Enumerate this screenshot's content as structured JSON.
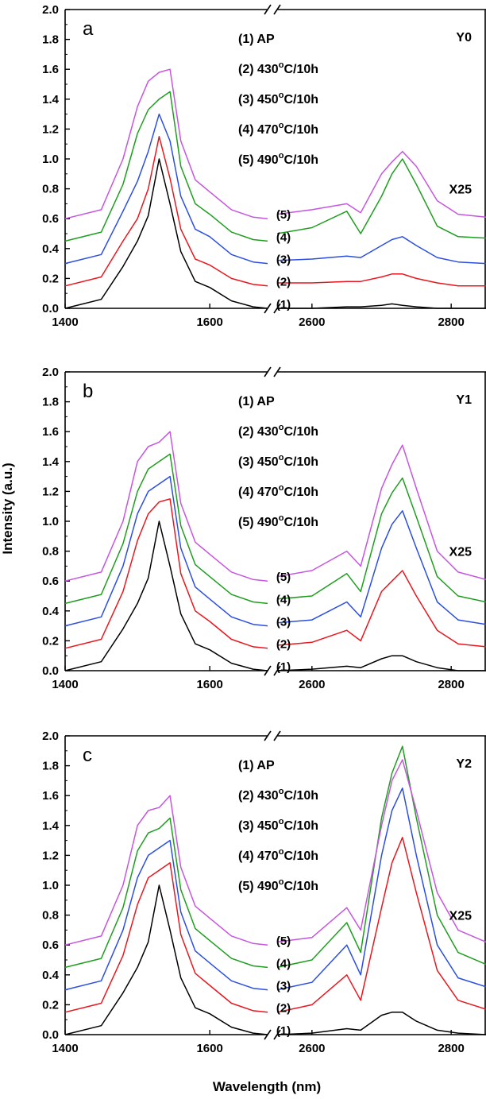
{
  "figure": {
    "ylabel": "Intensity (a.u.)",
    "xlabel": "Wavelength (nm)",
    "legend": [
      "(1) AP",
      "(2) 430°C/10h",
      "(3) 450°C/10h",
      "(4) 470°C/10h",
      "(5) 490°C/10h"
    ],
    "curve_labels": [
      "(1)",
      "(2)",
      "(3)",
      "(4)",
      "(5)"
    ],
    "scale_note": "X25",
    "series_colors": [
      "#000000",
      "#e8171e",
      "#2b4ee0",
      "#1e9e1e",
      "#c655e0"
    ]
  },
  "chart_data": [
    {
      "type": "line",
      "panel_label": "a",
      "sample": "Y0",
      "xlabel": "Wavelength (nm)",
      "ylabel": "Intensity (a.u.)",
      "xlim_segments": [
        [
          1400,
          1680
        ],
        [
          2550,
          2850
        ]
      ],
      "ylim": [
        0,
        2.0
      ],
      "x_ticks": [
        1400,
        1600,
        2600,
        2800
      ],
      "y_ticks": [
        0.0,
        0.2,
        0.4,
        0.6,
        0.8,
        1.0,
        1.2,
        1.4,
        1.6,
        1.8,
        2.0
      ],
      "scale_note": "X25",
      "offset_step": 0.15,
      "x_left": [
        1400,
        1450,
        1480,
        1500,
        1515,
        1530,
        1545,
        1560,
        1580,
        1600,
        1630,
        1660,
        1680
      ],
      "x_right": [
        2550,
        2600,
        2650,
        2670,
        2700,
        2715,
        2730,
        2750,
        2780,
        2810,
        2850
      ],
      "series": [
        {
          "name": "(1) AP",
          "left": [
            0.0,
            0.06,
            0.28,
            0.45,
            0.62,
            1.0,
            0.7,
            0.38,
            0.18,
            0.14,
            0.05,
            0.01,
            0.0
          ],
          "right": [
            0.0,
            0.0,
            0.01,
            0.01,
            0.02,
            0.03,
            0.02,
            0.01,
            0.0,
            0.0,
            0.0
          ]
        },
        {
          "name": "(2) 430°C/10h",
          "left": [
            0.0,
            0.06,
            0.3,
            0.45,
            0.65,
            1.0,
            0.72,
            0.38,
            0.18,
            0.14,
            0.05,
            0.01,
            0.0
          ],
          "right": [
            0.02,
            0.02,
            0.03,
            0.03,
            0.06,
            0.08,
            0.08,
            0.05,
            0.02,
            0.0,
            0.0
          ]
        },
        {
          "name": "(3) 450°C/10h",
          "left": [
            0.0,
            0.06,
            0.35,
            0.55,
            0.75,
            1.0,
            0.82,
            0.45,
            0.23,
            0.18,
            0.06,
            0.01,
            0.0
          ],
          "right": [
            0.02,
            0.03,
            0.05,
            0.04,
            0.12,
            0.16,
            0.18,
            0.12,
            0.04,
            0.01,
            0.0
          ]
        },
        {
          "name": "(4) 470°C/10h",
          "left": [
            0.0,
            0.06,
            0.38,
            0.72,
            0.88,
            0.95,
            1.0,
            0.5,
            0.25,
            0.18,
            0.06,
            0.01,
            0.0
          ],
          "right": [
            0.05,
            0.09,
            0.2,
            0.05,
            0.3,
            0.45,
            0.55,
            0.38,
            0.1,
            0.03,
            0.02
          ]
        },
        {
          "name": "(5) 490°C/10h",
          "left": [
            0.0,
            0.06,
            0.4,
            0.75,
            0.92,
            0.98,
            1.0,
            0.52,
            0.26,
            0.18,
            0.06,
            0.01,
            0.0
          ],
          "right": [
            0.03,
            0.06,
            0.1,
            0.04,
            0.3,
            0.38,
            0.45,
            0.35,
            0.12,
            0.03,
            0.01
          ]
        }
      ]
    },
    {
      "type": "line",
      "panel_label": "b",
      "sample": "Y1",
      "xlabel": "Wavelength (nm)",
      "ylabel": "Intensity (a.u.)",
      "xlim_segments": [
        [
          1400,
          1680
        ],
        [
          2550,
          2850
        ]
      ],
      "ylim": [
        0,
        2.0
      ],
      "x_ticks": [
        1400,
        1600,
        2600,
        2800
      ],
      "y_ticks": [
        0.0,
        0.2,
        0.4,
        0.6,
        0.8,
        1.0,
        1.2,
        1.4,
        1.6,
        1.8,
        2.0
      ],
      "scale_note": "X25",
      "offset_step": 0.15,
      "x_left": [
        1400,
        1450,
        1480,
        1500,
        1515,
        1530,
        1545,
        1560,
        1580,
        1600,
        1630,
        1660,
        1680
      ],
      "x_right": [
        2550,
        2600,
        2650,
        2670,
        2700,
        2715,
        2730,
        2750,
        2780,
        2810,
        2850
      ],
      "series": [
        {
          "name": "(1) AP",
          "left": [
            0.0,
            0.06,
            0.28,
            0.45,
            0.62,
            1.0,
            0.7,
            0.38,
            0.18,
            0.14,
            0.05,
            0.01,
            0.0
          ],
          "right": [
            0.0,
            0.01,
            0.03,
            0.02,
            0.08,
            0.1,
            0.1,
            0.06,
            0.02,
            0.0,
            0.0
          ]
        },
        {
          "name": "(2) 430°C/10h",
          "left": [
            0.0,
            0.06,
            0.38,
            0.72,
            0.9,
            0.98,
            1.0,
            0.5,
            0.25,
            0.18,
            0.06,
            0.01,
            0.0
          ],
          "right": [
            0.02,
            0.04,
            0.12,
            0.05,
            0.38,
            0.45,
            0.52,
            0.35,
            0.12,
            0.03,
            0.01
          ]
        },
        {
          "name": "(3) 450°C/10h",
          "left": [
            0.0,
            0.06,
            0.4,
            0.75,
            0.9,
            0.95,
            1.0,
            0.52,
            0.26,
            0.18,
            0.06,
            0.01,
            0.0
          ],
          "right": [
            0.02,
            0.04,
            0.16,
            0.06,
            0.52,
            0.68,
            0.77,
            0.52,
            0.16,
            0.04,
            0.01
          ]
        },
        {
          "name": "(4) 470°C/10h",
          "left": [
            0.0,
            0.06,
            0.4,
            0.75,
            0.9,
            0.95,
            1.0,
            0.52,
            0.26,
            0.18,
            0.06,
            0.01,
            0.0
          ],
          "right": [
            0.03,
            0.05,
            0.2,
            0.08,
            0.6,
            0.74,
            0.84,
            0.58,
            0.18,
            0.05,
            0.01
          ]
        },
        {
          "name": "(5) 490°C/10h",
          "left": [
            0.0,
            0.06,
            0.4,
            0.8,
            0.9,
            0.93,
            1.0,
            0.52,
            0.26,
            0.18,
            0.06,
            0.01,
            0.0
          ],
          "right": [
            0.03,
            0.07,
            0.2,
            0.1,
            0.62,
            0.78,
            0.91,
            0.62,
            0.2,
            0.06,
            0.01
          ]
        }
      ]
    },
    {
      "type": "line",
      "panel_label": "c",
      "sample": "Y2",
      "xlabel": "Wavelength (nm)",
      "ylabel": "Intensity (a.u.)",
      "xlim_segments": [
        [
          1400,
          1680
        ],
        [
          2550,
          2850
        ]
      ],
      "ylim": [
        0,
        2.0
      ],
      "x_ticks": [
        1400,
        1600,
        2600,
        2800
      ],
      "y_ticks": [
        0.0,
        0.2,
        0.4,
        0.6,
        0.8,
        1.0,
        1.2,
        1.4,
        1.6,
        1.8,
        2.0
      ],
      "scale_note": "X25",
      "offset_step": 0.15,
      "x_left": [
        1400,
        1450,
        1480,
        1500,
        1515,
        1530,
        1545,
        1560,
        1580,
        1600,
        1630,
        1660,
        1680
      ],
      "x_right": [
        2550,
        2600,
        2650,
        2670,
        2700,
        2715,
        2730,
        2750,
        2780,
        2810,
        2850
      ],
      "series": [
        {
          "name": "(1) AP",
          "left": [
            0.0,
            0.06,
            0.28,
            0.45,
            0.62,
            1.0,
            0.7,
            0.38,
            0.18,
            0.14,
            0.05,
            0.01,
            0.0
          ],
          "right": [
            0.0,
            0.01,
            0.04,
            0.03,
            0.13,
            0.15,
            0.15,
            0.09,
            0.03,
            0.01,
            0.0
          ]
        },
        {
          "name": "(2) 430°C/10h",
          "left": [
            0.0,
            0.06,
            0.38,
            0.72,
            0.9,
            0.95,
            1.0,
            0.52,
            0.26,
            0.18,
            0.06,
            0.01,
            0.0
          ],
          "right": [
            0.0,
            0.05,
            0.25,
            0.08,
            0.7,
            1.0,
            1.17,
            0.8,
            0.28,
            0.08,
            0.02
          ]
        },
        {
          "name": "(3) 450°C/10h",
          "left": [
            0.0,
            0.06,
            0.4,
            0.75,
            0.9,
            0.95,
            1.0,
            0.52,
            0.26,
            0.18,
            0.06,
            0.01,
            0.0
          ],
          "right": [
            0.0,
            0.05,
            0.3,
            0.1,
            0.9,
            1.2,
            1.35,
            0.9,
            0.3,
            0.08,
            0.02
          ]
        },
        {
          "name": "(4) 470°C/10h",
          "left": [
            0.0,
            0.06,
            0.4,
            0.78,
            0.9,
            0.93,
            1.0,
            0.52,
            0.26,
            0.18,
            0.06,
            0.01,
            0.0
          ],
          "right": [
            0.0,
            0.05,
            0.3,
            0.1,
            1.0,
            1.3,
            1.48,
            1.0,
            0.35,
            0.1,
            0.02
          ]
        },
        {
          "name": "(5) 490°C/10h",
          "left": [
            0.0,
            0.06,
            0.4,
            0.8,
            0.9,
            0.92,
            1.0,
            0.52,
            0.26,
            0.18,
            0.06,
            0.01,
            0.0
          ],
          "right": [
            0.02,
            0.05,
            0.25,
            0.1,
            0.8,
            1.1,
            1.24,
            0.9,
            0.35,
            0.1,
            0.02
          ]
        }
      ]
    }
  ]
}
